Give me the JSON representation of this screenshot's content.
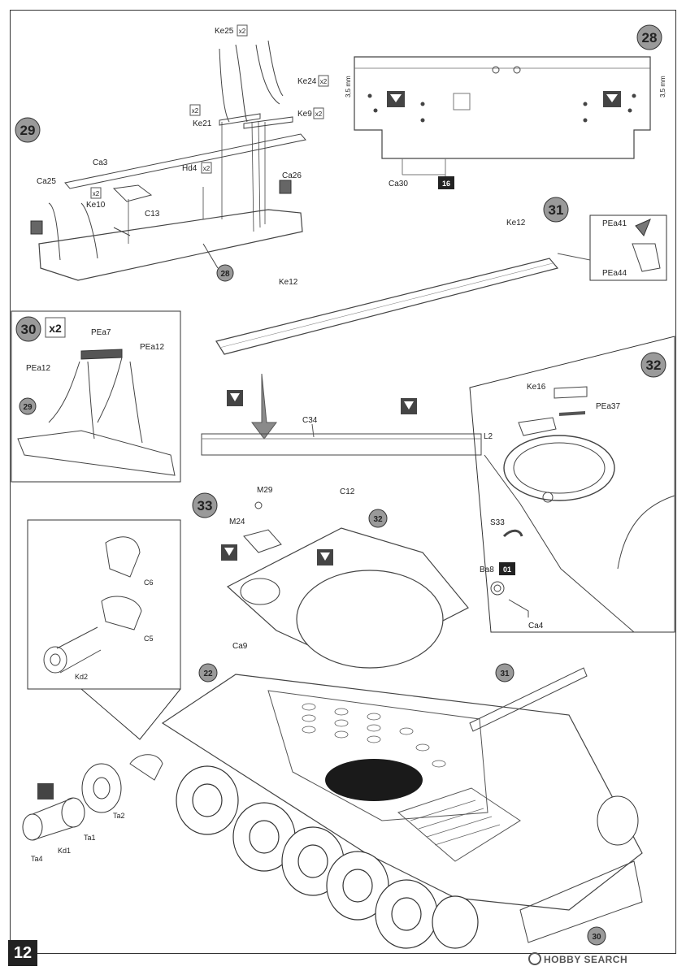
{
  "page_number": "12",
  "watermark": "HOBBY SEARCH",
  "steps": {
    "s28": {
      "number": "28",
      "multiplier": "",
      "labels": {
        "ca30": "Ca30",
        "dim_left": "3,5 mm",
        "dim_right": "3,5 mm",
        "paint": "16"
      }
    },
    "s29": {
      "number": "29",
      "labels": {
        "ke25": "Ke25",
        "ke24": "Ke24",
        "ke21": "Ke21",
        "ke9": "Ke9",
        "ca3": "Ca3",
        "hd4": "Hd4",
        "ca25": "Ca25",
        "ca26": "Ca26",
        "ke10": "Ke10",
        "c13": "C13"
      },
      "ref": "28",
      "x2": "x2"
    },
    "s30": {
      "number": "30",
      "multiplier": "x2",
      "labels": {
        "pea7": "PEa7",
        "pea12_l": "PEa12",
        "pea12_r": "PEa12"
      },
      "ref": "29"
    },
    "s31": {
      "number": "31",
      "labels": {
        "ke12_top": "Ke12",
        "ke12_left": "Ke12",
        "c34": "C34",
        "pea41": "PEa41",
        "pea44": "PEa44"
      }
    },
    "s32": {
      "number": "32",
      "labels": {
        "ke16": "Ke16",
        "pea37": "PEa37",
        "l2": "L2",
        "s33": "S33",
        "ba8": "Ba8",
        "ca4": "Ca4",
        "paint": "01"
      }
    },
    "s33": {
      "number": "33",
      "labels": {
        "m29": "M29",
        "c12": "C12",
        "m24": "M24",
        "ca9": "Ca9",
        "ref32": "32",
        "ref22": "22",
        "ref31": "31",
        "ref30": "30"
      }
    },
    "detail": {
      "labels": {
        "c6": "C6",
        "c5": "C5",
        "kd2": "Kd2"
      }
    },
    "sprocket": {
      "labels": {
        "ta2": "Ta2",
        "ta1": "Ta1",
        "kd1": "Kd1",
        "ta4": "Ta4"
      }
    }
  }
}
